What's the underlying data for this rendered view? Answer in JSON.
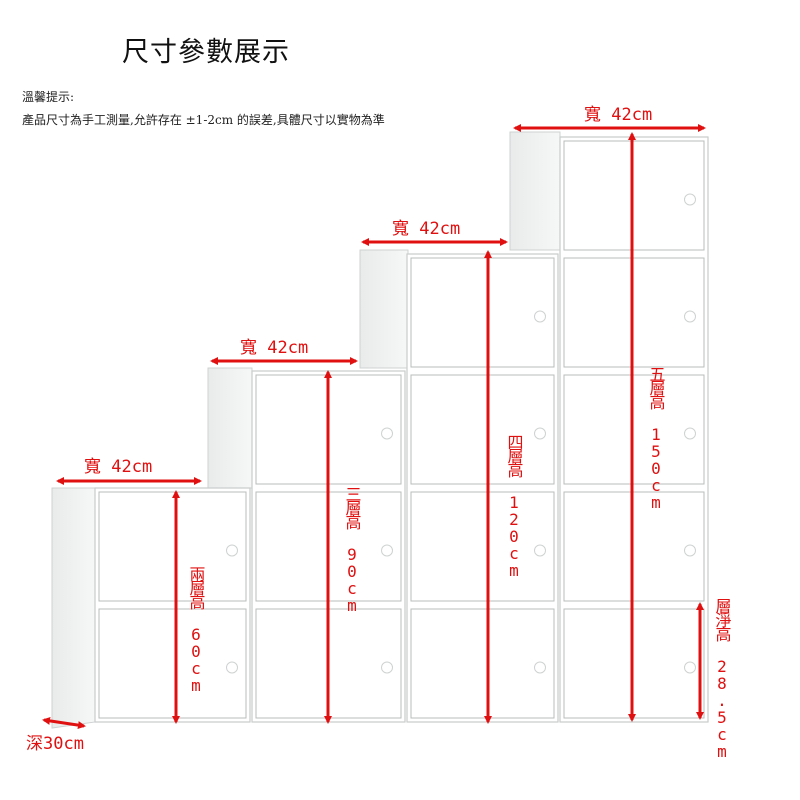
{
  "title": "尺寸參數展示",
  "tip": {
    "heading": "溫馨提示:",
    "text": "產品尺寸為手工測量,允許存在 ±1-2cm 的誤差,具體尺寸以實物為準"
  },
  "labels": {
    "width_1": "寬 42cm",
    "width_2": "寬 42cm",
    "width_3": "寬 42cm",
    "width_4": "寬 42cm",
    "height_2": "兩層高 60cm",
    "height_3": "三層高 90cm",
    "height_4": "四層高 120cm",
    "height_5": "五層高 150cm",
    "shelf_height": "層淨高 28.5cm",
    "depth": "深30cm"
  },
  "colors": {
    "dimension": "#e01010",
    "cabinet": "#ffffff",
    "cabinet_side": "#eceeee",
    "cabinet_edge": "#c9cccc"
  }
}
